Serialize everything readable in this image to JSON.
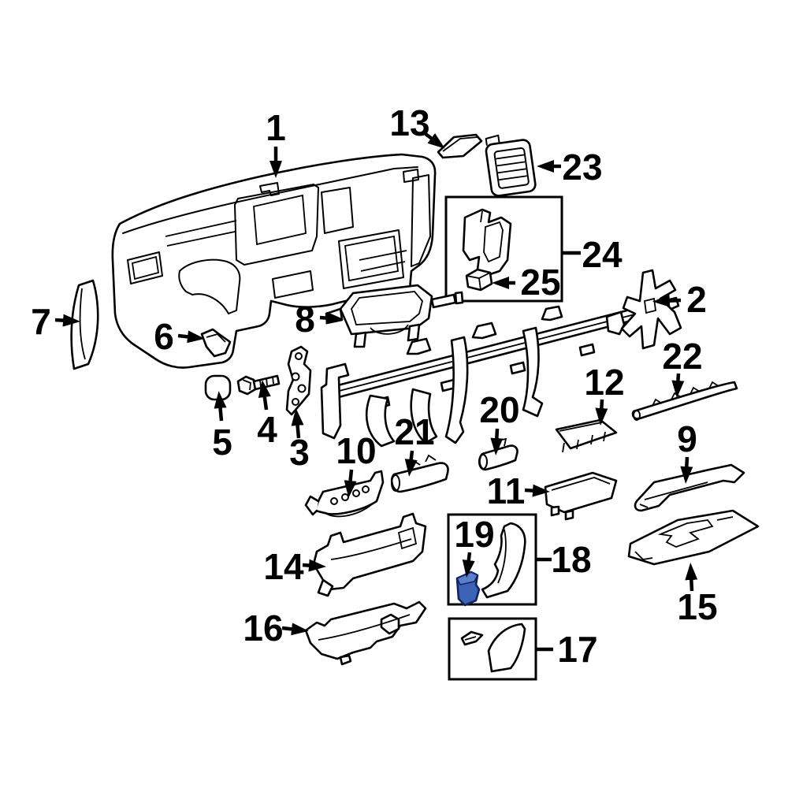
{
  "diagram": {
    "kind": "exploded-parts-diagram",
    "background_color": "#ffffff",
    "line_color": "#000000",
    "highlight": {
      "callout": "19",
      "fill": "#3d63b6",
      "top_fill": "#5b80cc",
      "stroke": "#13235f"
    }
  },
  "groups": [
    {
      "box": "box-24-25",
      "members": [
        "24",
        "25"
      ]
    },
    {
      "box": "box-18-19",
      "members": [
        "18",
        "19"
      ]
    },
    {
      "box": "box-17",
      "members": [
        "17"
      ]
    }
  ],
  "callouts": [
    {
      "number": "1"
    },
    {
      "number": "2"
    },
    {
      "number": "3"
    },
    {
      "number": "4"
    },
    {
      "number": "5"
    },
    {
      "number": "6"
    },
    {
      "number": "7"
    },
    {
      "number": "8"
    },
    {
      "number": "9"
    },
    {
      "number": "10"
    },
    {
      "number": "11"
    },
    {
      "number": "12"
    },
    {
      "number": "13"
    },
    {
      "number": "14"
    },
    {
      "number": "15"
    },
    {
      "number": "16"
    },
    {
      "number": "17"
    },
    {
      "number": "18"
    },
    {
      "number": "19"
    },
    {
      "number": "20"
    },
    {
      "number": "21"
    },
    {
      "number": "22"
    },
    {
      "number": "23"
    },
    {
      "number": "24"
    },
    {
      "number": "25"
    }
  ]
}
